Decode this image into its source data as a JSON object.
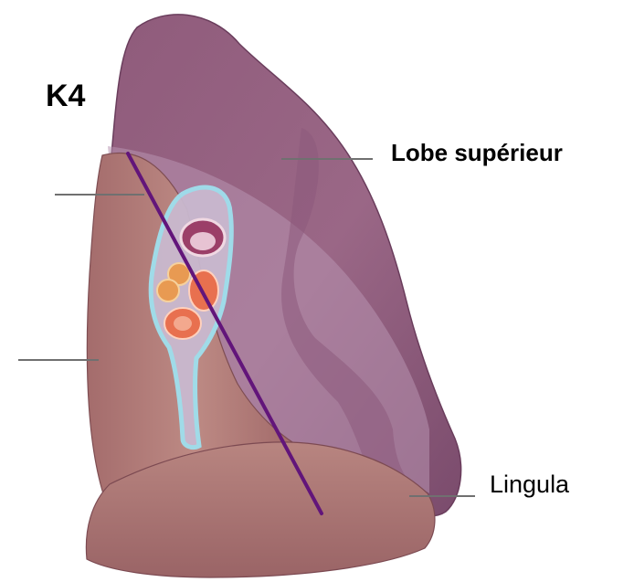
{
  "diagram": {
    "title": "K4",
    "labels": {
      "upper_lobe": "Lobe supérieur",
      "lingula": "Lingula"
    },
    "colors": {
      "upper_lobe": "#92607d",
      "lower_lobe": "#b07b78",
      "hilum_outline": "#9fe0ee",
      "artery": "#e8704f",
      "bronchus": "#e89a52",
      "vein": "#9b3f68",
      "section_line": "#62157a",
      "leader_line": "#707070"
    }
  }
}
